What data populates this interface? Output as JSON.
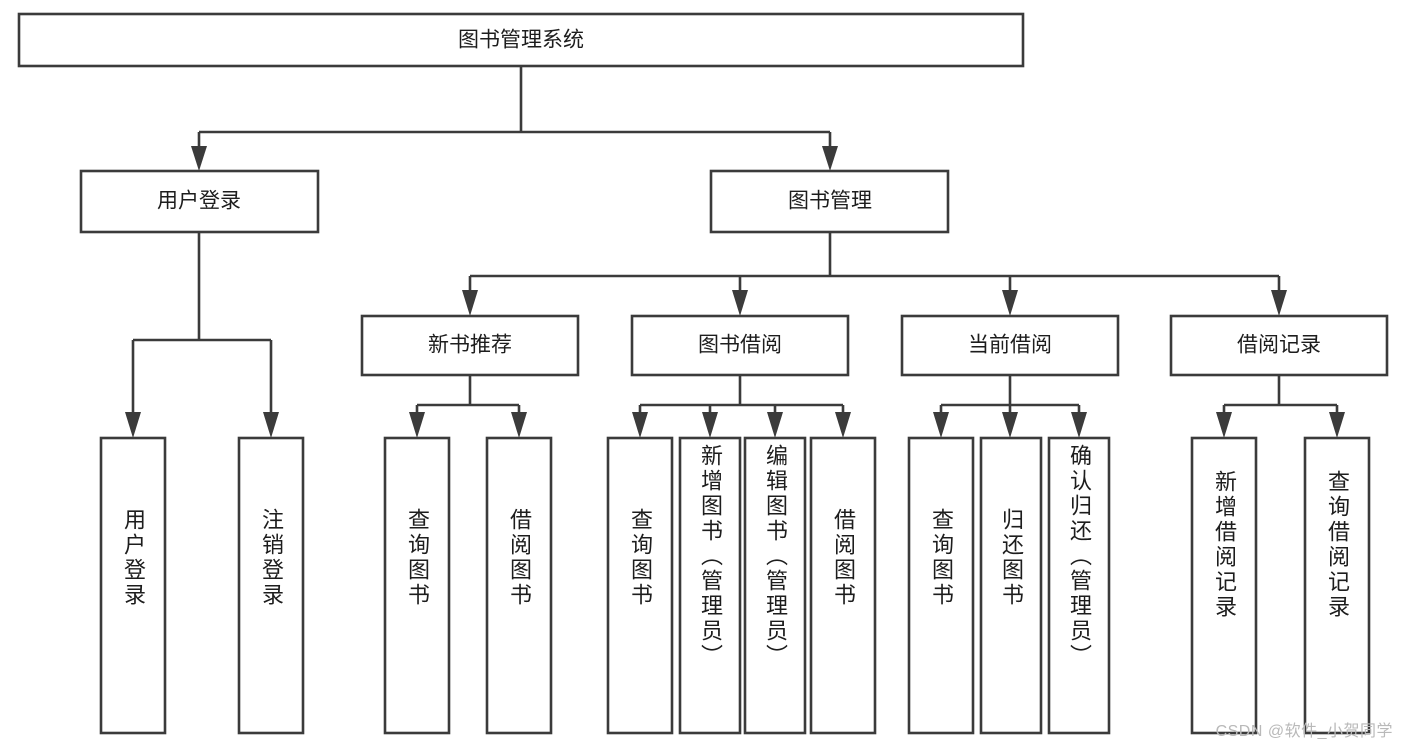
{
  "diagram": {
    "type": "tree-hierarchy",
    "title": "图书管理系统",
    "root": {
      "label": "图书管理系统"
    },
    "level2": [
      {
        "label": "用户登录"
      },
      {
        "label": "图书管理"
      }
    ],
    "level3": [
      {
        "label": "新书推荐"
      },
      {
        "label": "图书借阅"
      },
      {
        "label": "当前借阅"
      },
      {
        "label": "借阅记录"
      }
    ],
    "leaves": {
      "user_login": [
        {
          "label": "用户登录"
        },
        {
          "label": "注销登录"
        }
      ],
      "new_book_recommend": [
        {
          "label": "查询图书"
        },
        {
          "label": "借阅图书"
        }
      ],
      "book_borrow": [
        {
          "label": "查询图书"
        },
        {
          "label": "新增图书（管理员）"
        },
        {
          "label": "编辑图书（管理员）"
        },
        {
          "label": "借阅图书"
        }
      ],
      "current_borrow": [
        {
          "label": "查询图书"
        },
        {
          "label": "归还图书"
        },
        {
          "label": "确认归还（管理员）"
        }
      ],
      "borrow_record": [
        {
          "label": "新增借阅记录"
        },
        {
          "label": "查询借阅记录"
        }
      ]
    }
  },
  "watermark": {
    "text": "CSDN @软件_小贺同学"
  },
  "colors": {
    "stroke": "#3b3b3b",
    "fill": "#ffffff",
    "text": "#1d1d1d",
    "watermark": "#b9b9b9"
  }
}
